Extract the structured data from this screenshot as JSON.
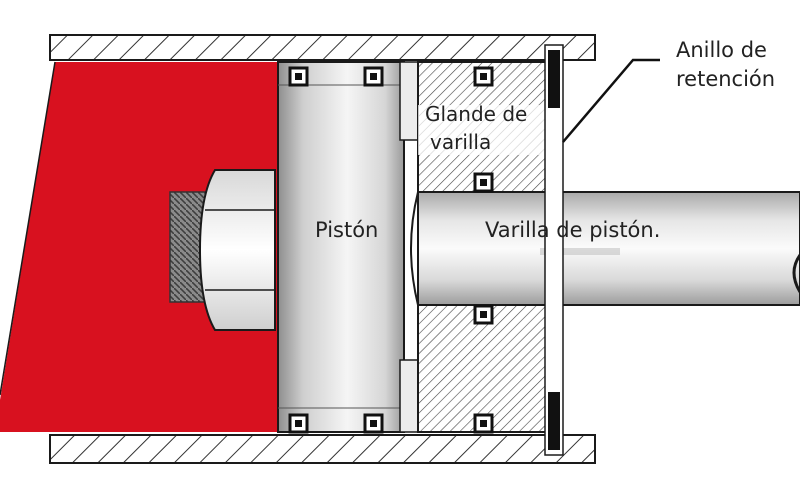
{
  "labels": {
    "retaining_ring_line1": "Anillo de",
    "retaining_ring_line2": "retención",
    "rod_gland_line1": "Glande de",
    "rod_gland_line2": "varilla",
    "piston": "Pistón",
    "piston_rod": "Varilla de pistón."
  },
  "colors": {
    "fluid": "#d8111f",
    "outline": "#1a1a1a",
    "hatch": "#3a3a3a",
    "steel_light": "#f3f3f3",
    "steel_dark": "#9a9a9a"
  }
}
